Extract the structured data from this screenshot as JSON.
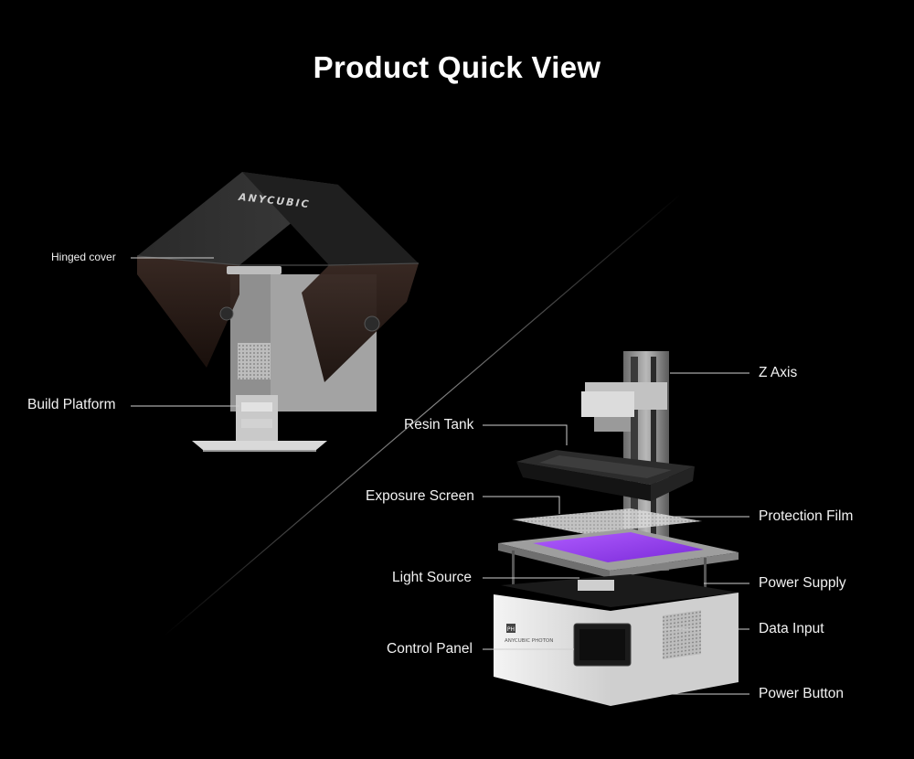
{
  "title": "Product Quick View",
  "brand": {
    "cover_logo": "ANYCUBIC",
    "body_logo": "ANYCUBIC PHOTON",
    "badge": "PH"
  },
  "labels": {
    "hinged_cover": "Hinged cover",
    "build_platform": "Build Platform",
    "z_axis": "Z Axis",
    "resin_tank": "Resin Tank",
    "exposure_screen": "Exposure Screen",
    "protection_film": "Protection Film",
    "light_source": "Light Source",
    "power_supply": "Power Supply",
    "data_input": "Data Input",
    "control_panel": "Control Panel",
    "power_button": "Power Button"
  },
  "colors": {
    "background": "#000000",
    "screen_glow": "#9b3df0",
    "cover_tint": "#2a1d18",
    "body": "#e9e9e9"
  }
}
